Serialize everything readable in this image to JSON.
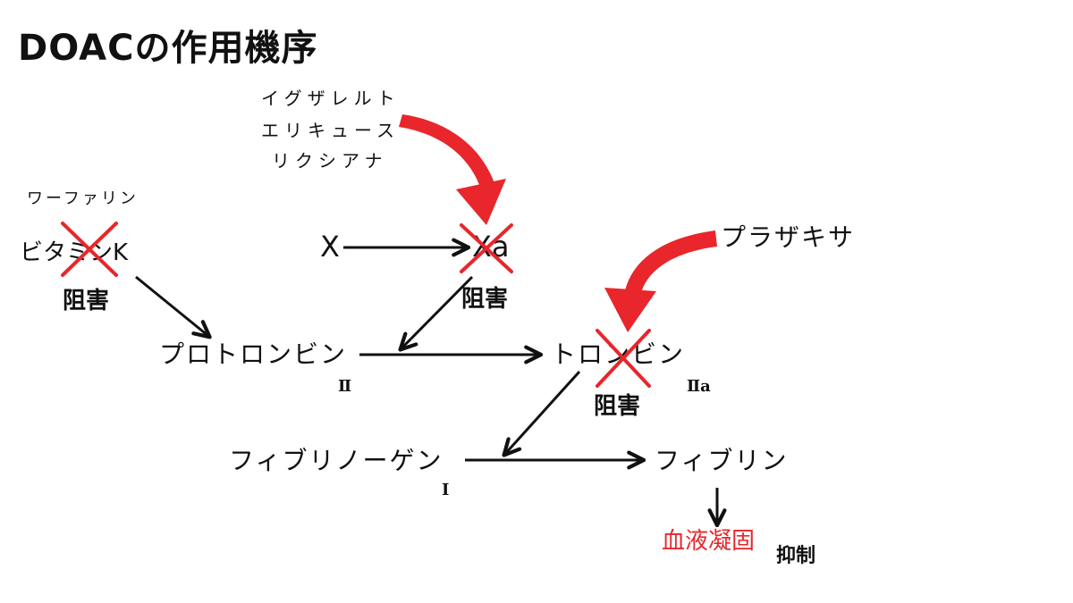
{
  "title": "DOACの作用機序",
  "drugs": {
    "xa_inhibitors": [
      "イグザレルト",
      "エリキュース",
      "リクシアナ"
    ],
    "warfarin": "ワーファリン",
    "thrombin_inhibitor": "プラザキサ"
  },
  "nodes": {
    "vitamin_k": "ビタミンK",
    "factor_x": "X",
    "factor_xa": "Xa",
    "prothrombin": "プロトロンビン",
    "prothrombin_numeral": "Ⅱ",
    "thrombin": "トロンビン",
    "thrombin_numeral": "Ⅱa",
    "fibrinogen": "フィブリノーゲン",
    "fibrinogen_numeral": "Ⅰ",
    "fibrin": "フィブリン"
  },
  "inhibition_label": "阻害",
  "outcome": {
    "blood_clotting": "血液凝固",
    "suppression": "抑制"
  },
  "colors": {
    "accent_red": "#e8262b",
    "ink": "#111111"
  }
}
